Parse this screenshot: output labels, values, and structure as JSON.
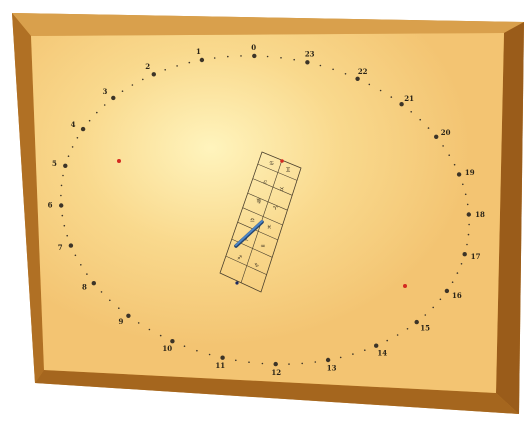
{
  "colors": {
    "frame_outer": "#c8892f",
    "frame_top": "#d79b47",
    "frame_left": "#b27023",
    "frame_right": "#9b5d1a",
    "frame_bottom": "#a3641c",
    "face": "#f5cc7c",
    "face_glow": "#fff2b8",
    "dot": "#3c3428",
    "focus_dot": "#d42a20",
    "gnomon": "#3d6fb0"
  },
  "icons": {
    "gnomon": "gnomon-rod-icon",
    "focus": "focus-marker-icon"
  },
  "hour_labels": [
    "0",
    "1",
    "2",
    "3",
    "4",
    "5",
    "6",
    "7",
    "8",
    "9",
    "10",
    "11",
    "12",
    "13",
    "14",
    "15",
    "16",
    "17",
    "18",
    "19",
    "20",
    "21",
    "22",
    "23"
  ],
  "zodiac_scale": {
    "glyphs": [
      "♋",
      "♊",
      "♌",
      "♉",
      "♍",
      "♈",
      "♎",
      "♓",
      "♏",
      "♒",
      "♐",
      "♑"
    ]
  }
}
